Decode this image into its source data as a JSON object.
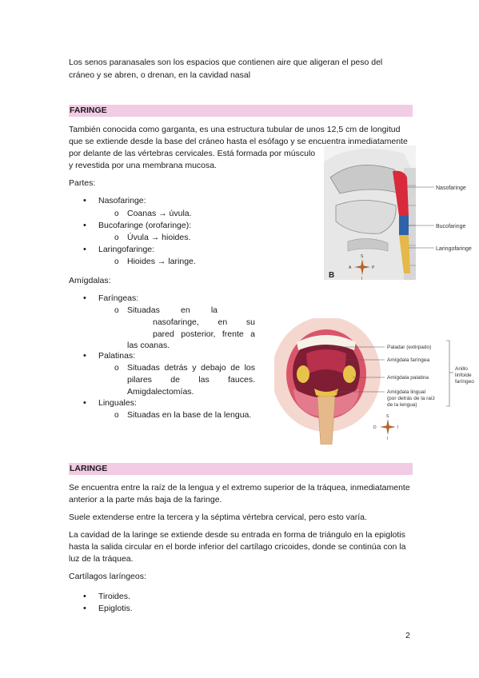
{
  "intro": {
    "line1": "Los senos paranasales son los espacios que contienen aire que aligeran el peso del",
    "line2": "cráneo y se abren, o drenan, en la cavidad nasal"
  },
  "faringe": {
    "heading": "FARINGE",
    "p1": "También conocida como garganta, es una estructura tubular de unos 12,5 cm de longitud",
    "p2": "que se extiende desde la base del cráneo hasta el esófago y se encuentra inmediatamente",
    "p3": "por delante de las vértebras cervicales. Está formada por músculo",
    "p4": "y revestida por una membrana mucosa.",
    "partes_label": "Partes:",
    "partes": [
      {
        "name": "Nasofaringe:",
        "sub": "Coanas → úvula."
      },
      {
        "name": "Bucofaringe (orofaringe):",
        "sub": "Úvula → hioides."
      },
      {
        "name": "Laringofaringe:",
        "sub": "Hioides → laringe."
      }
    ],
    "amigdalas_label": "Amígdalas:",
    "faringeas": {
      "name": "Faríngeas:",
      "l1": "Situadas en la",
      "l2": "nasofaringe, en su",
      "l3": "pared posterior, frente a",
      "l4": "las coanas."
    },
    "palatinas": {
      "name": "Palatinas:",
      "l1": "Situadas detrás y debajo de los",
      "l2": "pilares de las fauces.",
      "l3": "Amigdalectomías."
    },
    "linguales": {
      "name": "Linguales:",
      "l1": "Situadas en la base de la lengua."
    }
  },
  "fig1": {
    "label_naso": "Nasofaringe",
    "label_buco": "Bucofaringe",
    "label_laringo": "Laringofaringe",
    "letter": "B",
    "compass": {
      "s": "S",
      "a": "A",
      "p": "P",
      "i": "I"
    }
  },
  "fig2": {
    "label_paladar": "Paladar (extirpado)",
    "label_faringea": "Amígdala faríngea",
    "label_palatina": "Amígdala palatina",
    "label_lingual1": "Amígdala lingual",
    "label_lingual2": "(por detrás de la raíz",
    "label_lingual3": "de la lengua)",
    "ring1": "Anillo",
    "ring2": "linfoide",
    "ring3": "faríngeo",
    "compass": {
      "s": "S",
      "d": "D",
      "i_right": "I",
      "i_bottom": "I"
    }
  },
  "laringe": {
    "heading": "LARINGE",
    "a1": "Se encuentra entre la raíz de la lengua y el extremo superior de la tráquea, inmediatamente",
    "a2": "anterior a la parte más baja de la faringe.",
    "b1": "Suele extenderse entre la tercera y la séptima vértebra cervical, pero esto varía.",
    "c1": "La cavidad de la laringe se extiende desde su entrada en forma de triángulo en la epiglotis",
    "c2": "hasta la salida circular en el borde inferior del cartílago cricoides, donde se continúa con la",
    "c3": "luz de la tráquea.",
    "cart_label": "Cartílagos laríngeos:",
    "cart": [
      "Tiroides.",
      "Epiglotis."
    ]
  },
  "page_number": "2"
}
